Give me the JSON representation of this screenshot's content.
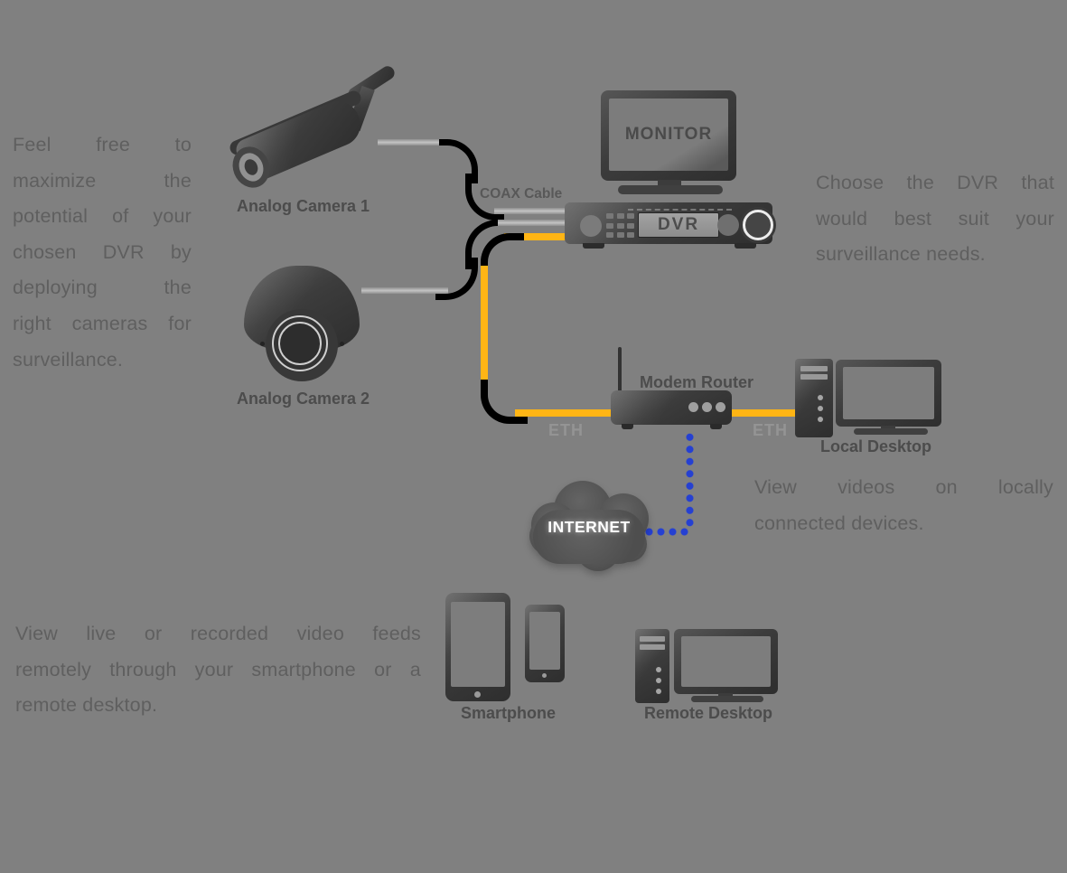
{
  "colors": {
    "background": "#808080",
    "device_dark": "#3d3d3d",
    "coax_cable": "#a8a8a8",
    "eth_cable": "#ffb515",
    "internet_link": "#2540d2",
    "paragraph_text": "#5f5f5f",
    "device_label_text": "#4c4c4c",
    "eth_label_text": "#949494",
    "screen_label_text": "#4a4a4a",
    "internet_label_text": "#ffffff"
  },
  "paragraphs": {
    "camera_tip": {
      "lines": [
        "Feel free to",
        "maximize the",
        "potential of your",
        "chosen DVR by",
        "deploying the",
        "right cameras for",
        "surveillance."
      ]
    },
    "dvr_tip": {
      "lines": [
        "Choose the DVR that",
        "would best suit your",
        "surveillance needs."
      ]
    },
    "local_view_tip": {
      "lines": [
        "View videos on locally",
        "connected devices."
      ]
    },
    "remote_view_tip": {
      "lines": [
        "View live or recorded video feeds",
        "remotely through your smartphone or a",
        "remote desktop."
      ]
    }
  },
  "devices": {
    "analog_camera_1": {
      "label": "Analog Camera 1"
    },
    "analog_camera_2": {
      "label": "Analog Camera 2"
    },
    "monitor": {
      "screen_label": "MONITOR"
    },
    "dvr": {
      "display_label": "DVR"
    },
    "modem_router": {
      "label": "Modem Router"
    },
    "local_desktop": {
      "label": "Local Desktop"
    },
    "internet_cloud": {
      "label": "INTERNET"
    },
    "smartphone": {
      "label": "Smartphone"
    },
    "remote_desktop": {
      "label": "Remote Desktop"
    }
  },
  "connections": {
    "coax_label": "COAX Cable",
    "eth_label_left": "ETH",
    "eth_label_right": "ETH"
  }
}
